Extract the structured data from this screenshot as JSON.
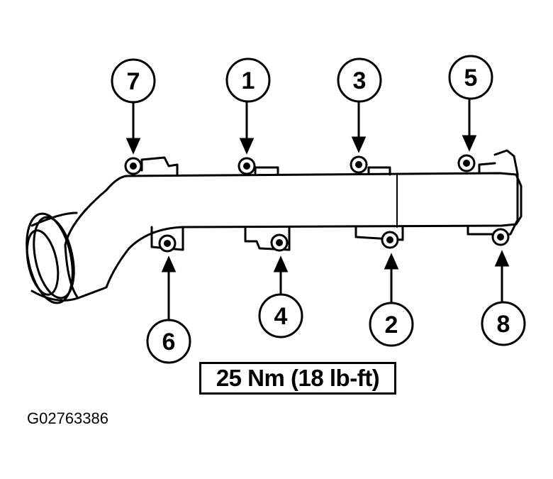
{
  "diagram": {
    "bolts": [
      {
        "label": "7"
      },
      {
        "label": "1"
      },
      {
        "label": "3"
      },
      {
        "label": "5"
      },
      {
        "label": "6"
      },
      {
        "label": "4"
      },
      {
        "label": "2"
      },
      {
        "label": "8"
      }
    ],
    "torque_spec": "25 Nm (18 lb-ft)",
    "figure_id": "G02763386",
    "colors": {
      "ink": "#000000",
      "background": "#ffffff"
    }
  }
}
